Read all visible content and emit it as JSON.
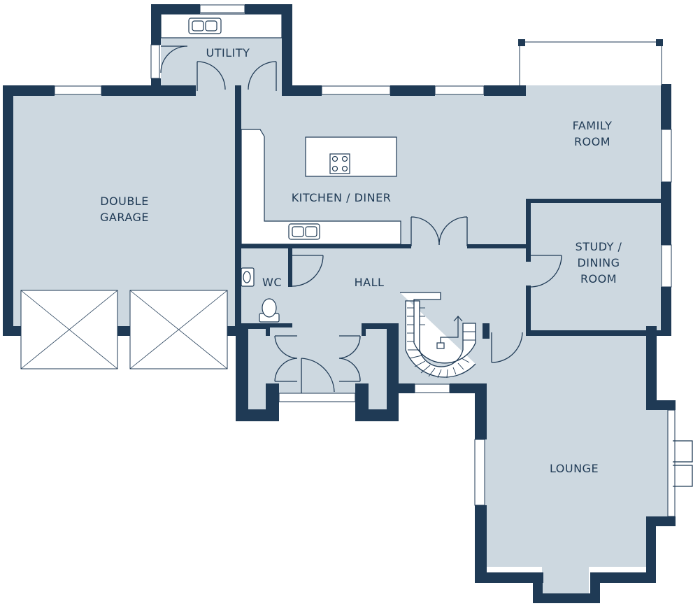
{
  "colors": {
    "wall": "#1f3a55",
    "floor": "#cdd8e0",
    "text": "#1f3a55",
    "background": "#ffffff",
    "fixture": "#ffffff"
  },
  "rooms": {
    "utility": {
      "label_lines": [
        "UTILITY"
      ]
    },
    "family_room": {
      "label_lines": [
        "FAMILY",
        "ROOM"
      ]
    },
    "double_garage": {
      "label_lines": [
        "DOUBLE",
        "GARAGE"
      ]
    },
    "kitchen_diner": {
      "label_lines": [
        "KITCHEN / DINER"
      ]
    },
    "study_dining": {
      "label_lines": [
        "STUDY /",
        "DINING",
        "ROOM"
      ]
    },
    "wc": {
      "label_lines": [
        "WC"
      ]
    },
    "hall": {
      "label_lines": [
        "HALL"
      ]
    },
    "lounge": {
      "label_lines": [
        "LOUNGE"
      ]
    }
  },
  "fixtures": {
    "hob_icon": "hob-icon",
    "sink_icon": "sink-icon",
    "toilet_icon": "toilet-icon",
    "basin_icon": "basin-icon",
    "stair_arrow_icon": "arrow-up-icon"
  }
}
